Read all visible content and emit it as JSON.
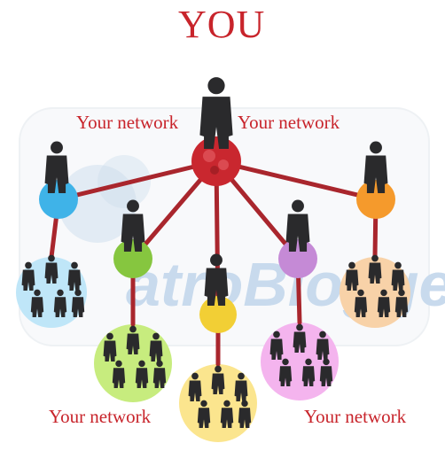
{
  "title": "YOU",
  "network_labels": [
    "Your network",
    "Your network",
    "Your network",
    "Your network"
  ],
  "watermark": "atroBlogger",
  "colors": {
    "accent_text": "#c8242b",
    "hub": "#c9272f",
    "connector": "#a9262d",
    "suit": "#2a2a2c"
  },
  "nodes": [
    {
      "name": "blue",
      "color": "#3fb3e8",
      "people": 6
    },
    {
      "name": "green",
      "color": "#86c63f",
      "people": 6
    },
    {
      "name": "yellow",
      "color": "#f2cf35",
      "people": 6
    },
    {
      "name": "purple",
      "color": "#c58ad6",
      "people": 6
    },
    {
      "name": "orange",
      "color": "#f59a2c",
      "people": 6
    }
  ],
  "groups": [
    {
      "name": "light-blue",
      "color": "#bfe6f8"
    },
    {
      "name": "light-green",
      "color": "#c7ec7e"
    },
    {
      "name": "light-yellow",
      "color": "#fbe58e"
    },
    {
      "name": "light-pink",
      "color": "#f4b4ee"
    },
    {
      "name": "light-peach",
      "color": "#f8d2a8"
    }
  ]
}
